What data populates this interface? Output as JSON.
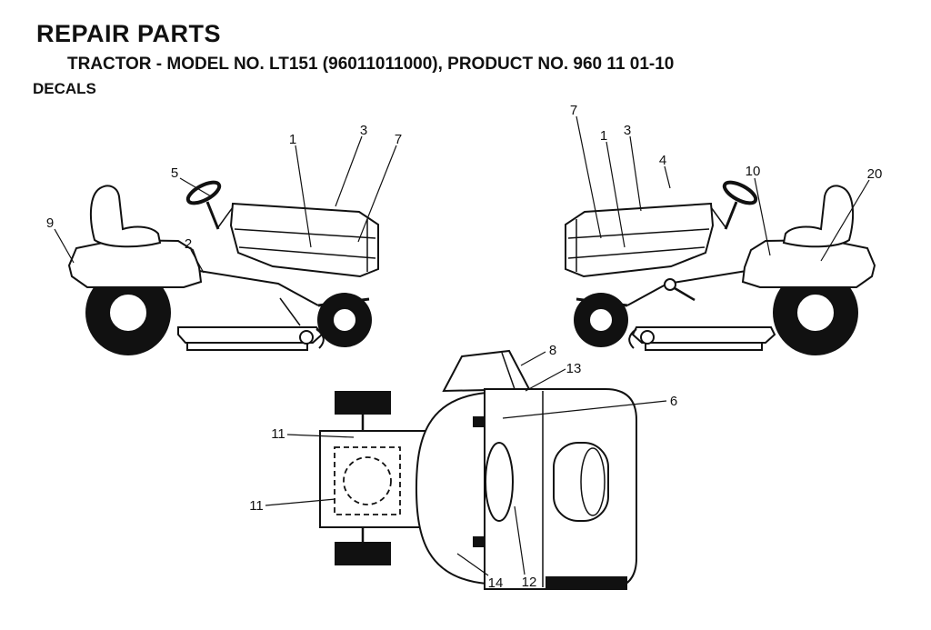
{
  "header": {
    "title": "REPAIR PARTS",
    "subtitle": "TRACTOR - MODEL NO. LT151 (96011011000), PRODUCT NO. 960 11 01-10",
    "section": "DECALS"
  },
  "colors": {
    "ink": "#111111",
    "paper": "#ffffff"
  },
  "callouts": {
    "left": [
      "5",
      "1",
      "3",
      "7",
      "9",
      "2"
    ],
    "right": [
      "7",
      "1",
      "3",
      "4",
      "10",
      "20"
    ],
    "top": [
      "8",
      "13",
      "6",
      "11",
      "11",
      "14",
      "12"
    ]
  }
}
